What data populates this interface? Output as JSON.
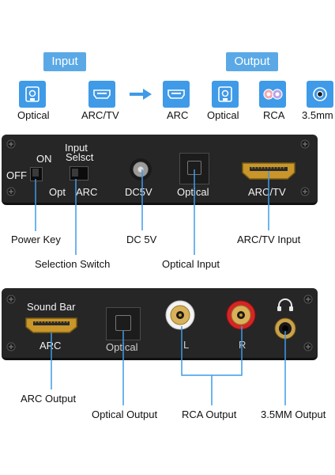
{
  "legend": {
    "input_badge": "Input",
    "output_badge": "Output",
    "icons": [
      {
        "icon": "optical-icon",
        "label": "Optical"
      },
      {
        "icon": "hdmi-icon",
        "label": "ARC/TV"
      },
      {
        "icon": "hdmi-icon",
        "label": "ARC"
      },
      {
        "icon": "optical-icon",
        "label": "Optical"
      },
      {
        "icon": "rca-icon",
        "label": "RCA"
      },
      {
        "icon": "headphone-jack-icon",
        "label": "3.5mm"
      }
    ]
  },
  "front_panel": {
    "on_label": "ON",
    "off_label": "OFF",
    "input_label": "Input",
    "select_label": "Selsct",
    "opt_label": "Opt",
    "arc_label": "ARC",
    "dc_label": "DC5V",
    "optical_label": "Optical",
    "arctv_label": "ARC/TV"
  },
  "front_callouts": {
    "power_key": "Power Key",
    "selection_switch": "Selection Switch",
    "dc_5v": "DC 5V",
    "optical_input": "Optical Input",
    "arctv_input": "ARC/TV Input"
  },
  "back_panel": {
    "sound_bar_label": "Sound Bar",
    "arc_label": "ARC",
    "optical_label": "Optical",
    "left_label": "L",
    "right_label": "R"
  },
  "back_callouts": {
    "arc_output": "ARC Output",
    "optical_output": "Optical Output",
    "rca_output": "RCA Output",
    "mm_output": "3.5MM Output"
  },
  "colors": {
    "accent": "#3f9ae8",
    "badge": "#5aa9e6",
    "panel": "#262626",
    "callout_line": "#3f9ae8",
    "hdmi_gold": "#c8962a"
  }
}
